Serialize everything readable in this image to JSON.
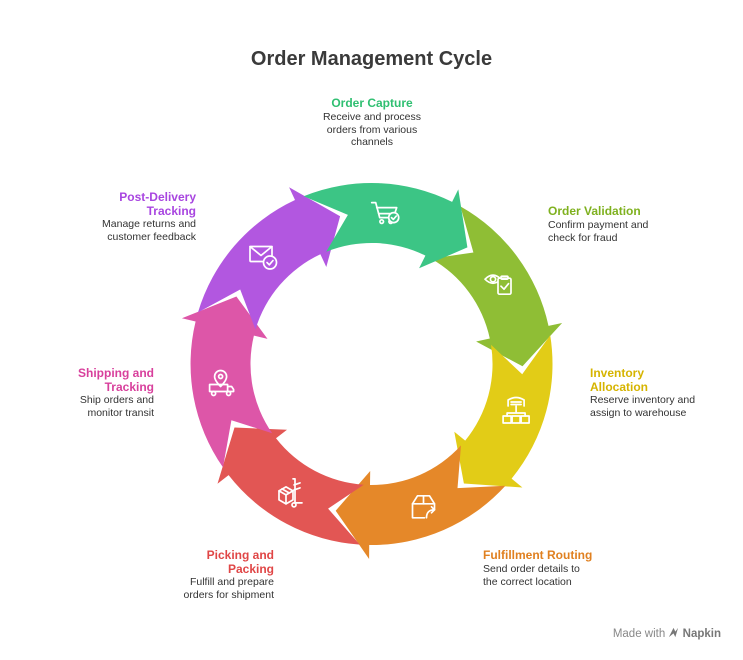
{
  "title": "Order Management Cycle",
  "stages": [
    {
      "id": "order-capture",
      "title": "Order Capture",
      "desc_lines": [
        "Receive and process",
        "orders from various",
        "channels"
      ],
      "color": "#3cc585",
      "title_color": "#2fbf71",
      "icon": "shopping-cart-check-icon"
    },
    {
      "id": "order-validation",
      "title": "Order Validation",
      "desc_lines": [
        "Confirm payment and",
        "check for fraud"
      ],
      "color": "#8fbe35",
      "title_color": "#7fb11f",
      "icon": "eye-clipboard-check-icon"
    },
    {
      "id": "inventory-allocation",
      "title_lines": [
        "Inventory",
        "Allocation"
      ],
      "desc_lines": [
        "Reserve inventory and",
        "assign to warehouse"
      ],
      "color": "#e2cc17",
      "title_color": "#d6b400",
      "icon": "warehouse-boxes-icon"
    },
    {
      "id": "fulfillment-routing",
      "title": "Fulfillment Routing",
      "desc_lines": [
        "Send order details to",
        "the correct location"
      ],
      "color": "#e58829",
      "title_color": "#e08020",
      "icon": "package-arrow-icon"
    },
    {
      "id": "picking-packing",
      "title_lines": [
        "Picking and",
        "Packing"
      ],
      "desc_lines": [
        "Fulfill and prepare",
        "orders for shipment"
      ],
      "color": "#e25654",
      "title_color": "#e04646",
      "icon": "hand-truck-boxes-icon"
    },
    {
      "id": "shipping-tracking",
      "title_lines": [
        "Shipping and",
        "Tracking"
      ],
      "desc_lines": [
        "Ship orders and",
        "monitor transit"
      ],
      "color": "#dd56a8",
      "title_color": "#d8409c",
      "icon": "truck-location-pin-icon"
    },
    {
      "id": "post-delivery-tracking",
      "title_lines": [
        "Post-Delivery",
        "Tracking"
      ],
      "desc_lines": [
        "Manage returns and",
        "customer feedback"
      ],
      "color": "#b257e0",
      "title_color": "#a845e0",
      "icon": "envelope-check-icon"
    }
  ],
  "watermark": {
    "prefix": "Made with",
    "brand": "Napkin"
  }
}
